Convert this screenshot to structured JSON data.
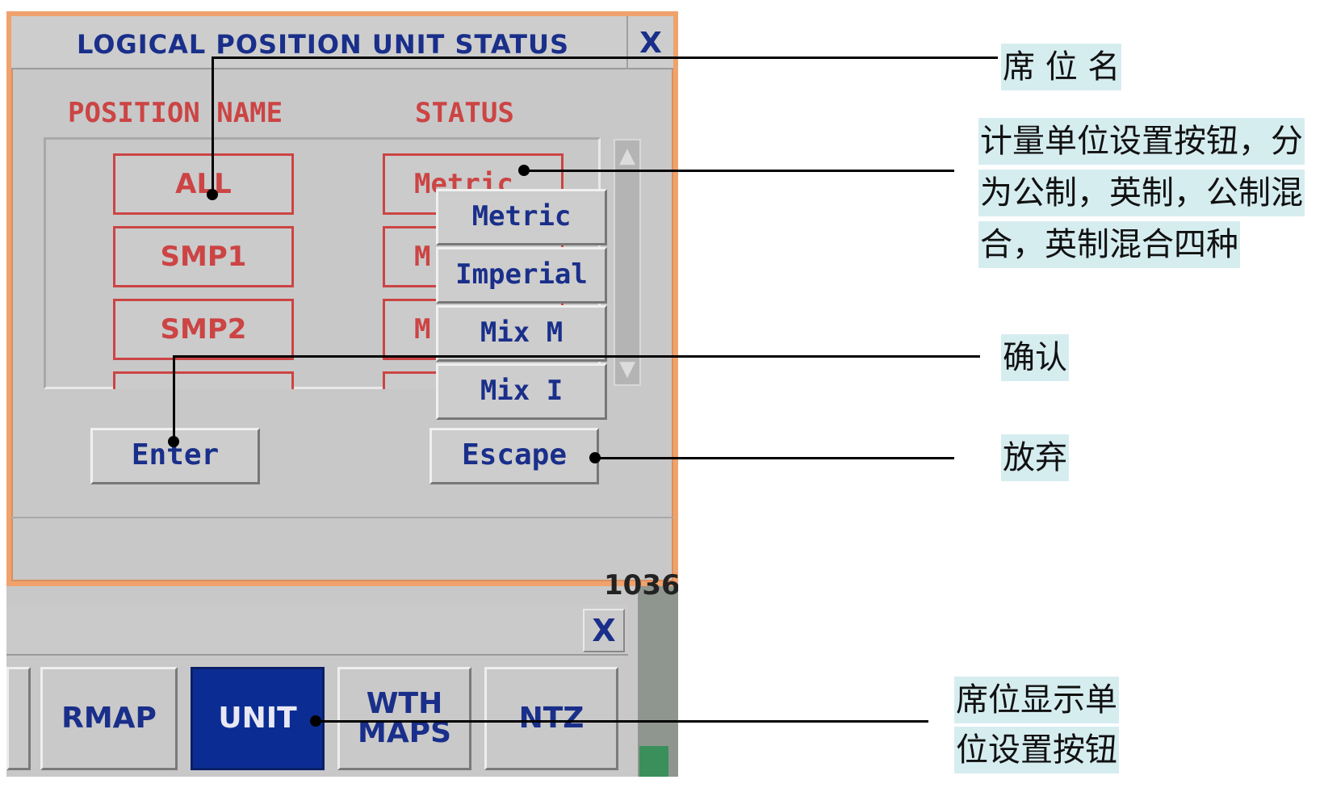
{
  "dialog": {
    "title": "LOGICAL POSITION UNIT STATUS",
    "close_label": "X",
    "headers": {
      "position_name": "POSITION NAME",
      "status": "STATUS"
    },
    "positions": [
      "ALL",
      "SMP1",
      "SMP2"
    ],
    "statuses": [
      "Metric",
      "M",
      "M"
    ],
    "menu": [
      "Metric",
      "Imperial",
      "Mix M",
      "Mix I"
    ],
    "enter_label": "Enter",
    "escape_label": "Escape"
  },
  "background_window": {
    "number": "1036",
    "close_label": "X",
    "buttons": {
      "rmap": "RMAP",
      "unit": "UNIT",
      "wth_line1": "WTH",
      "wth_line2": "MAPS",
      "ntz": "NTZ"
    }
  },
  "annotations": {
    "position_name": "席 位 名",
    "unit_button_line1": "计量单位设置按钮，分",
    "unit_button_line2": "为公制，英制，公制混",
    "unit_button_line3": "合，英制混合四种",
    "confirm": "确认",
    "abandon": "放弃",
    "display_unit_line1": "席位显示单",
    "display_unit_line2": "位设置按钮"
  },
  "colors": {
    "dialog_border": "#f0a26c",
    "title_text": "#1a2f8a",
    "status_red": "#cc4444",
    "unit_selected": "#0b2d93",
    "note_bg": "#d6edf0"
  }
}
